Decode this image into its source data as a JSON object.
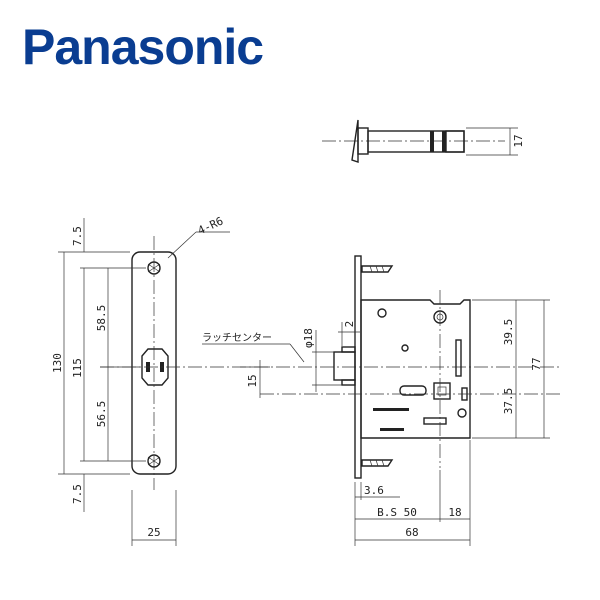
{
  "brand": {
    "logo_text": "Panasonic",
    "logo_color": "#0a3d91"
  },
  "drawing": {
    "line_color": "#222222",
    "top_view": {
      "dim_17": "17"
    },
    "front_plate": {
      "radius_note": "4-R6",
      "dim_top_margin": "7.5",
      "dim_bottom_margin": "7.5",
      "dim_total_height": "130",
      "dim_screw_pitch": "115",
      "dim_upper": "58.5",
      "dim_lower": "56.5",
      "dim_width": "25"
    },
    "latch": {
      "latch_center_label": "ラッチセンター",
      "dim_diameter": "φ18",
      "dim_2": "2",
      "dim_15": "15"
    },
    "case": {
      "dim_upper_right": "39.5",
      "dim_lower_right": "37.5",
      "dim_total_right": "77",
      "dim_3_6": "3.6",
      "dim_backset": "B.S 50",
      "dim_18": "18",
      "dim_68": "68"
    }
  }
}
